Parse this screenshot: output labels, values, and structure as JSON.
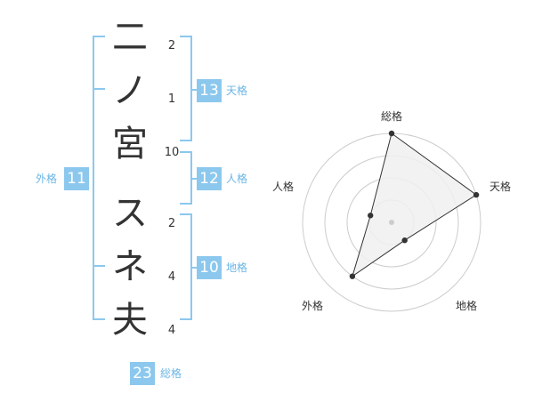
{
  "name": {
    "characters": [
      "二",
      "ノ",
      "宮",
      "ス",
      "ネ",
      "夫"
    ],
    "strokes": [
      "2",
      "1",
      "10",
      "2",
      "4",
      "4"
    ]
  },
  "scores": {
    "tenkaku": {
      "value": "13",
      "label": "天格"
    },
    "jinkaku": {
      "value": "12",
      "label": "人格"
    },
    "chikaku": {
      "value": "10",
      "label": "地格"
    },
    "gaikaku": {
      "value": "11",
      "label": "外格"
    },
    "soukaku": {
      "value": "23",
      "label": "総格"
    }
  },
  "radar": {
    "axes": [
      "総格",
      "天格",
      "地格",
      "外格",
      "人格"
    ],
    "levels": 4,
    "values": [
      4,
      4,
      1,
      3,
      1
    ],
    "colors": {
      "ring": "#cccccc",
      "fill": "#f0f0f0",
      "line": "#333333",
      "point": "#333333",
      "center": "#cccccc"
    }
  }
}
